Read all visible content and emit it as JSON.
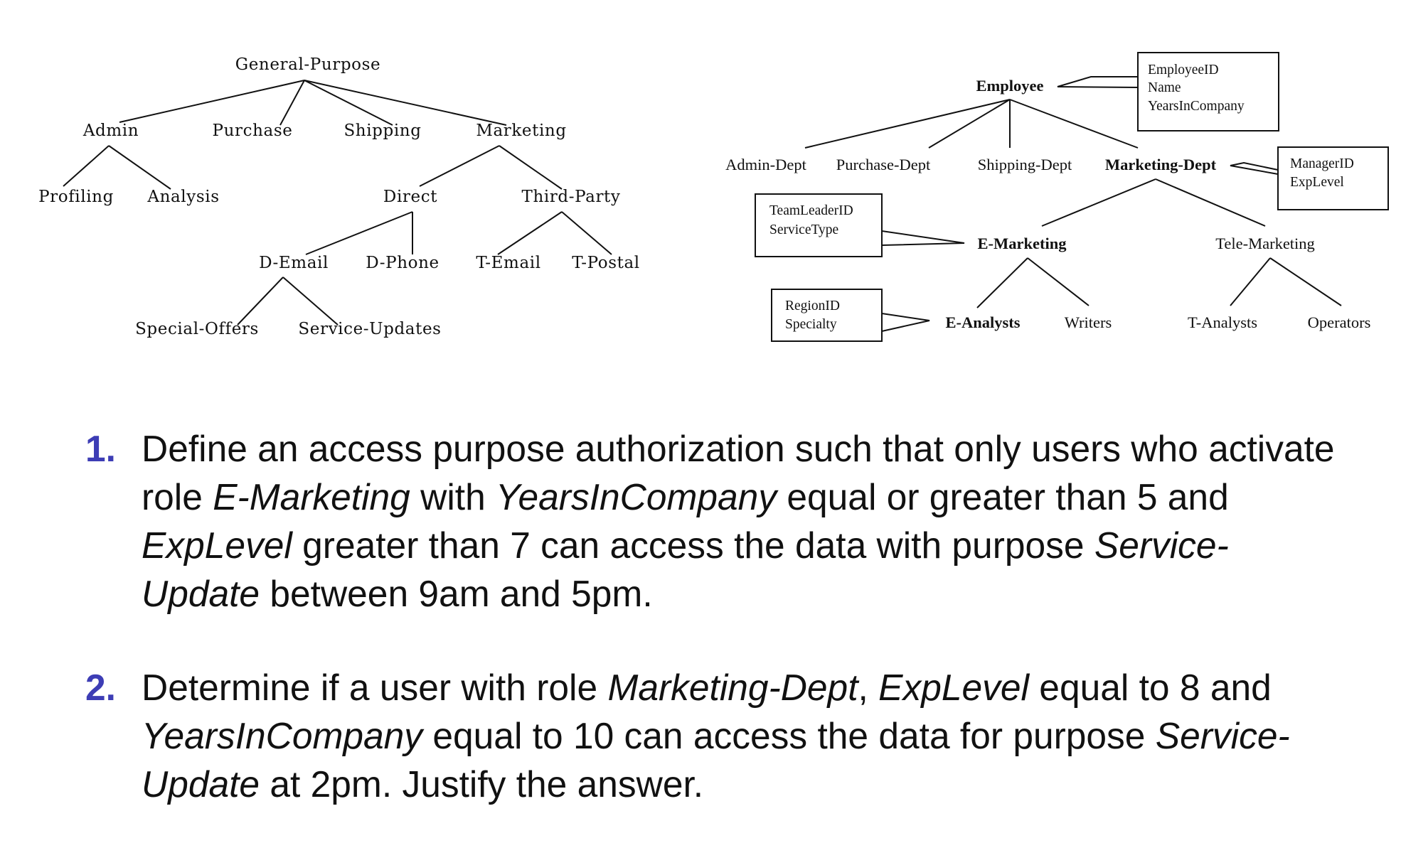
{
  "purpose_tree": {
    "root": "General-Purpose",
    "level1": [
      "Admin",
      "Purchase",
      "Shipping",
      "Marketing"
    ],
    "admin_children": [
      "Profiling",
      "Analysis"
    ],
    "marketing_children": [
      "Direct",
      "Third-Party"
    ],
    "direct_children": [
      "D-Email",
      "D-Phone"
    ],
    "third_party_children": [
      "T-Email",
      "T-Postal"
    ],
    "d_email_children": [
      "Special-Offers",
      "Service-Updates"
    ]
  },
  "role_tree": {
    "root": "Employee",
    "root_attributes": [
      "EmployeeID",
      "Name",
      "YearsInCompany"
    ],
    "departments": [
      "Admin-Dept",
      "Purchase-Dept",
      "Shipping-Dept",
      "Marketing-Dept"
    ],
    "marketing_dept_attributes": [
      "ManagerID",
      "ExpLevel"
    ],
    "marketing_children": [
      "E-Marketing",
      "Tele-Marketing"
    ],
    "e_marketing_attributes": [
      "TeamLeaderID",
      "ServiceType"
    ],
    "e_marketing_children": [
      "E-Analysts",
      "Writers"
    ],
    "e_analysts_attributes": [
      "RegionID",
      "Specialty"
    ],
    "tele_marketing_children": [
      "T-Analysts",
      "Operators"
    ]
  },
  "questions": [
    {
      "number": "1.",
      "parts": [
        {
          "text": "Define an access purpose authorization such that only users who activate role ",
          "italic": false
        },
        {
          "text": "E-Marketing",
          "italic": true
        },
        {
          "text": " with ",
          "italic": false
        },
        {
          "text": "YearsInCompany",
          "italic": true
        },
        {
          "text": " equal or greater than 5 and ",
          "italic": false
        },
        {
          "text": "ExpLevel",
          "italic": true
        },
        {
          "text": " greater than 7 can access the data with purpose ",
          "italic": false
        },
        {
          "text": "Service-Update",
          "italic": true
        },
        {
          "text": " between 9am and 5pm.",
          "italic": false
        }
      ]
    },
    {
      "number": "2.",
      "parts": [
        {
          "text": "Determine if a user with role ",
          "italic": false
        },
        {
          "text": "Marketing-Dept",
          "italic": true
        },
        {
          "text": ", ",
          "italic": false
        },
        {
          "text": "ExpLevel",
          "italic": true
        },
        {
          "text": " equal to 8 and ",
          "italic": false
        },
        {
          "text": "YearsInCompany",
          "italic": true
        },
        {
          "text": " equal to 10 can access the data for purpose ",
          "italic": false
        },
        {
          "text": "Service-Update",
          "italic": true
        },
        {
          "text": " at 2pm. Justify the answer.",
          "italic": false
        }
      ]
    }
  ]
}
